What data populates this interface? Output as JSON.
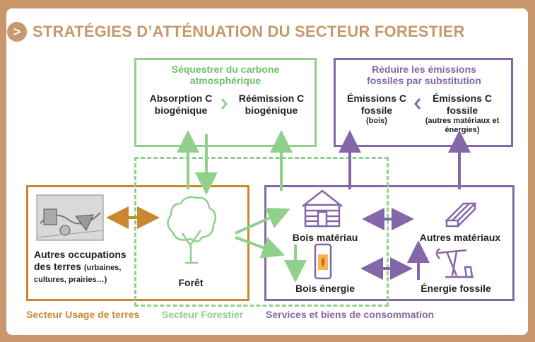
{
  "title": "STRATÉGIES D’ATTÉNUATION DU SECTEUR FORESTIER",
  "colors": {
    "green": "#8fd18a",
    "purple": "#8467a8",
    "orange": "#c8892e",
    "tan": "#c8976b"
  },
  "sequestrer": {
    "header": "Séquestrer du carbone atmosphérique",
    "absorption": "Absorption C biogénique",
    "reemission": "Réémission C biogénique"
  },
  "reduire": {
    "header": "Réduire les émissions fossiles par substitution",
    "em_bois_1": "Émissions C fossile",
    "em_bois_2": "(bois)",
    "em_autres_1": "Émissions C fossile",
    "em_autres_2": "(autres matériaux et énergies)"
  },
  "nodes": {
    "autres_occ": "Autres occupations des terres",
    "autres_occ_detail": "(urbaines, cultures, prairies…)",
    "foret": "Forêt",
    "bois_materiau": "Bois matériau",
    "bois_energie": "Bois énergie",
    "autres_materiaux": "Autres matériaux",
    "energie_fossile": "Énergie fossile"
  },
  "sectors": {
    "usage": "Secteur Usage de terres",
    "forestier": "Secteur Forestier",
    "services": "Services et biens de consommation"
  }
}
